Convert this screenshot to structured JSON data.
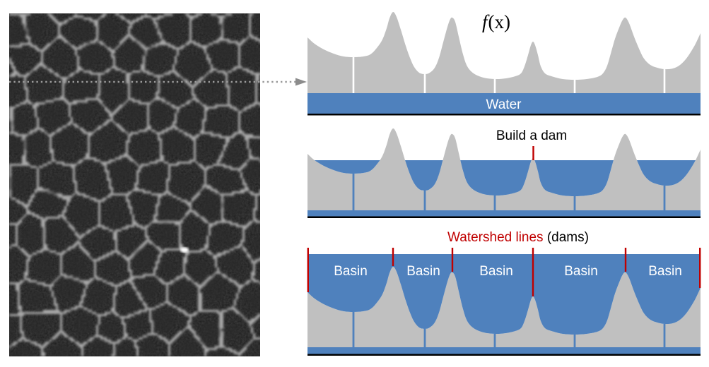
{
  "colors": {
    "terrain": "#c0c0c0",
    "water": "#4f81bd",
    "dam": "#c00000",
    "baseline": "#000000",
    "arrow": "#999999",
    "text_dark": "#000000",
    "text_light": "#ffffff"
  },
  "left_image": {
    "description": "grayscale fluorescence micrograph of cell membranes",
    "scanline": "dotted arrow from image scanline to profile"
  },
  "panel1": {
    "function_label": "f(x)",
    "function_label_f": "f",
    "function_label_args": "(x)",
    "water_label": "Water"
  },
  "panel2": {
    "caption": "Build a dam"
  },
  "panel3": {
    "caption_red": "Watershed lines",
    "caption_black": " (dams)",
    "basin_labels": [
      "Basin",
      "Basin",
      "Basin",
      "Basin",
      "Basin"
    ]
  }
}
